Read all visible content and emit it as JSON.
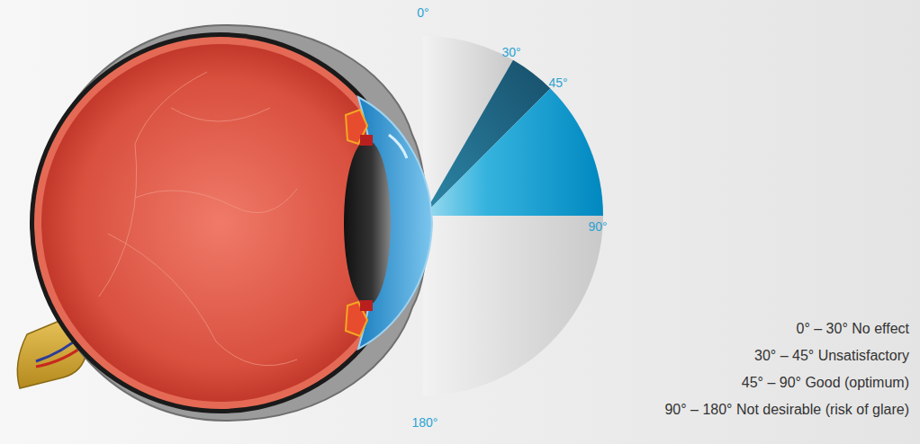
{
  "diagram": {
    "labels": [
      "0°",
      "30°",
      "45°",
      "90°",
      "180°",
      "0° – 30° No effect",
      "30° – 45° Unsatisfactory",
      "45° – 90° Good (optimum)",
      "90° – 180° Not desirable (risk of glare)"
    ]
  }
}
